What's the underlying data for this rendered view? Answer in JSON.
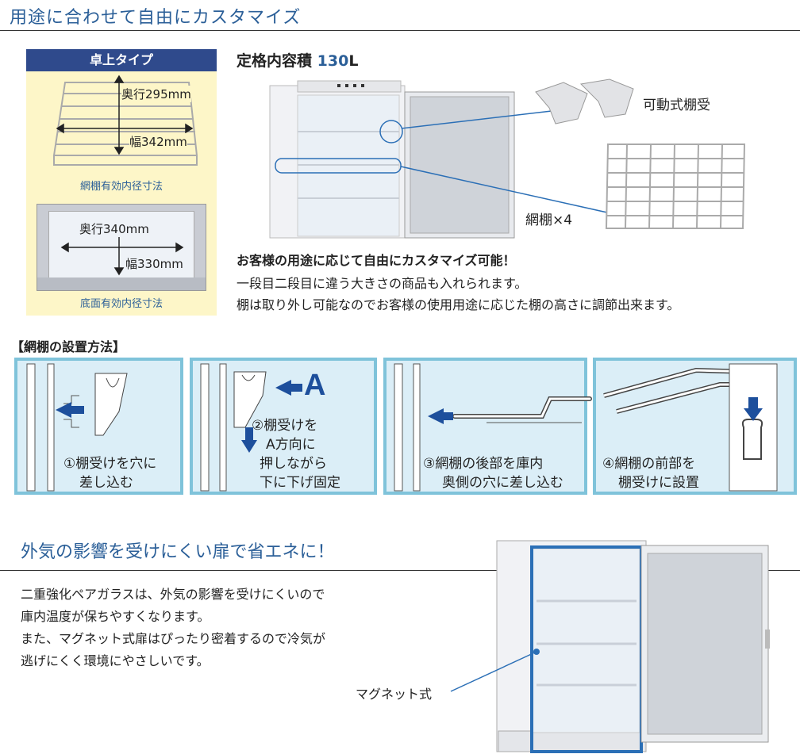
{
  "section1": {
    "heading": "用途に合わせて自由にカスタマイズ",
    "tabletop": {
      "badge": "卓上タイプ",
      "shelf_depth": "奥行295mm",
      "shelf_width": "幅342mm",
      "shelf_caption": "網棚有効内径寸法",
      "bottom_depth": "奥行340mm",
      "bottom_width": "幅330mm",
      "bottom_caption": "底面有効内径寸法"
    },
    "capacity_label": "定格内容積",
    "capacity_value": "130",
    "capacity_unit": "L",
    "movable_bracket": "可動式棚受",
    "net_shelf": "網棚×4",
    "lead": "お客様の用途に応じて自由にカスタマイズ可能！",
    "line1": "一段目二段目に違う大きさの商品も入れられます。",
    "line2": "棚は取り外し可能なのでお客様の使用用途に応じた棚の高さに調節出来ます。"
  },
  "install": {
    "heading": "【網棚の設置方法】",
    "steps": [
      {
        "line1": "①棚受けを穴に",
        "line2": "差し込む"
      },
      {
        "line1": "②棚受けを",
        "line2": "A方向に",
        "line3": "押しながら",
        "line4": "下に下げ固定",
        "letter": "A"
      },
      {
        "line1": "③網棚の後部を庫内",
        "line2": "奥側の穴に差し込む"
      },
      {
        "line1": "④網棚の前部を",
        "line2": "棚受けに設置"
      }
    ]
  },
  "section2": {
    "heading": "外気の影響を受けにくい扉で省エネに！",
    "p1": "二重強化ペアガラスは、外気の影響を受けにくいので",
    "p2": "庫内温度が保ちやすくなります。",
    "p3": "また、マグネット式扉はぴったり密着するので冷気が",
    "p4": "逃げにくく環境にやさしいです。",
    "magnet": "マグネット式"
  },
  "colors": {
    "accent_blue": "#2b5f98",
    "navy": "#2f4a8c",
    "yellow": "#fdf6c8",
    "step_border": "#7fc3da",
    "step_bg": "#dbeef7"
  }
}
